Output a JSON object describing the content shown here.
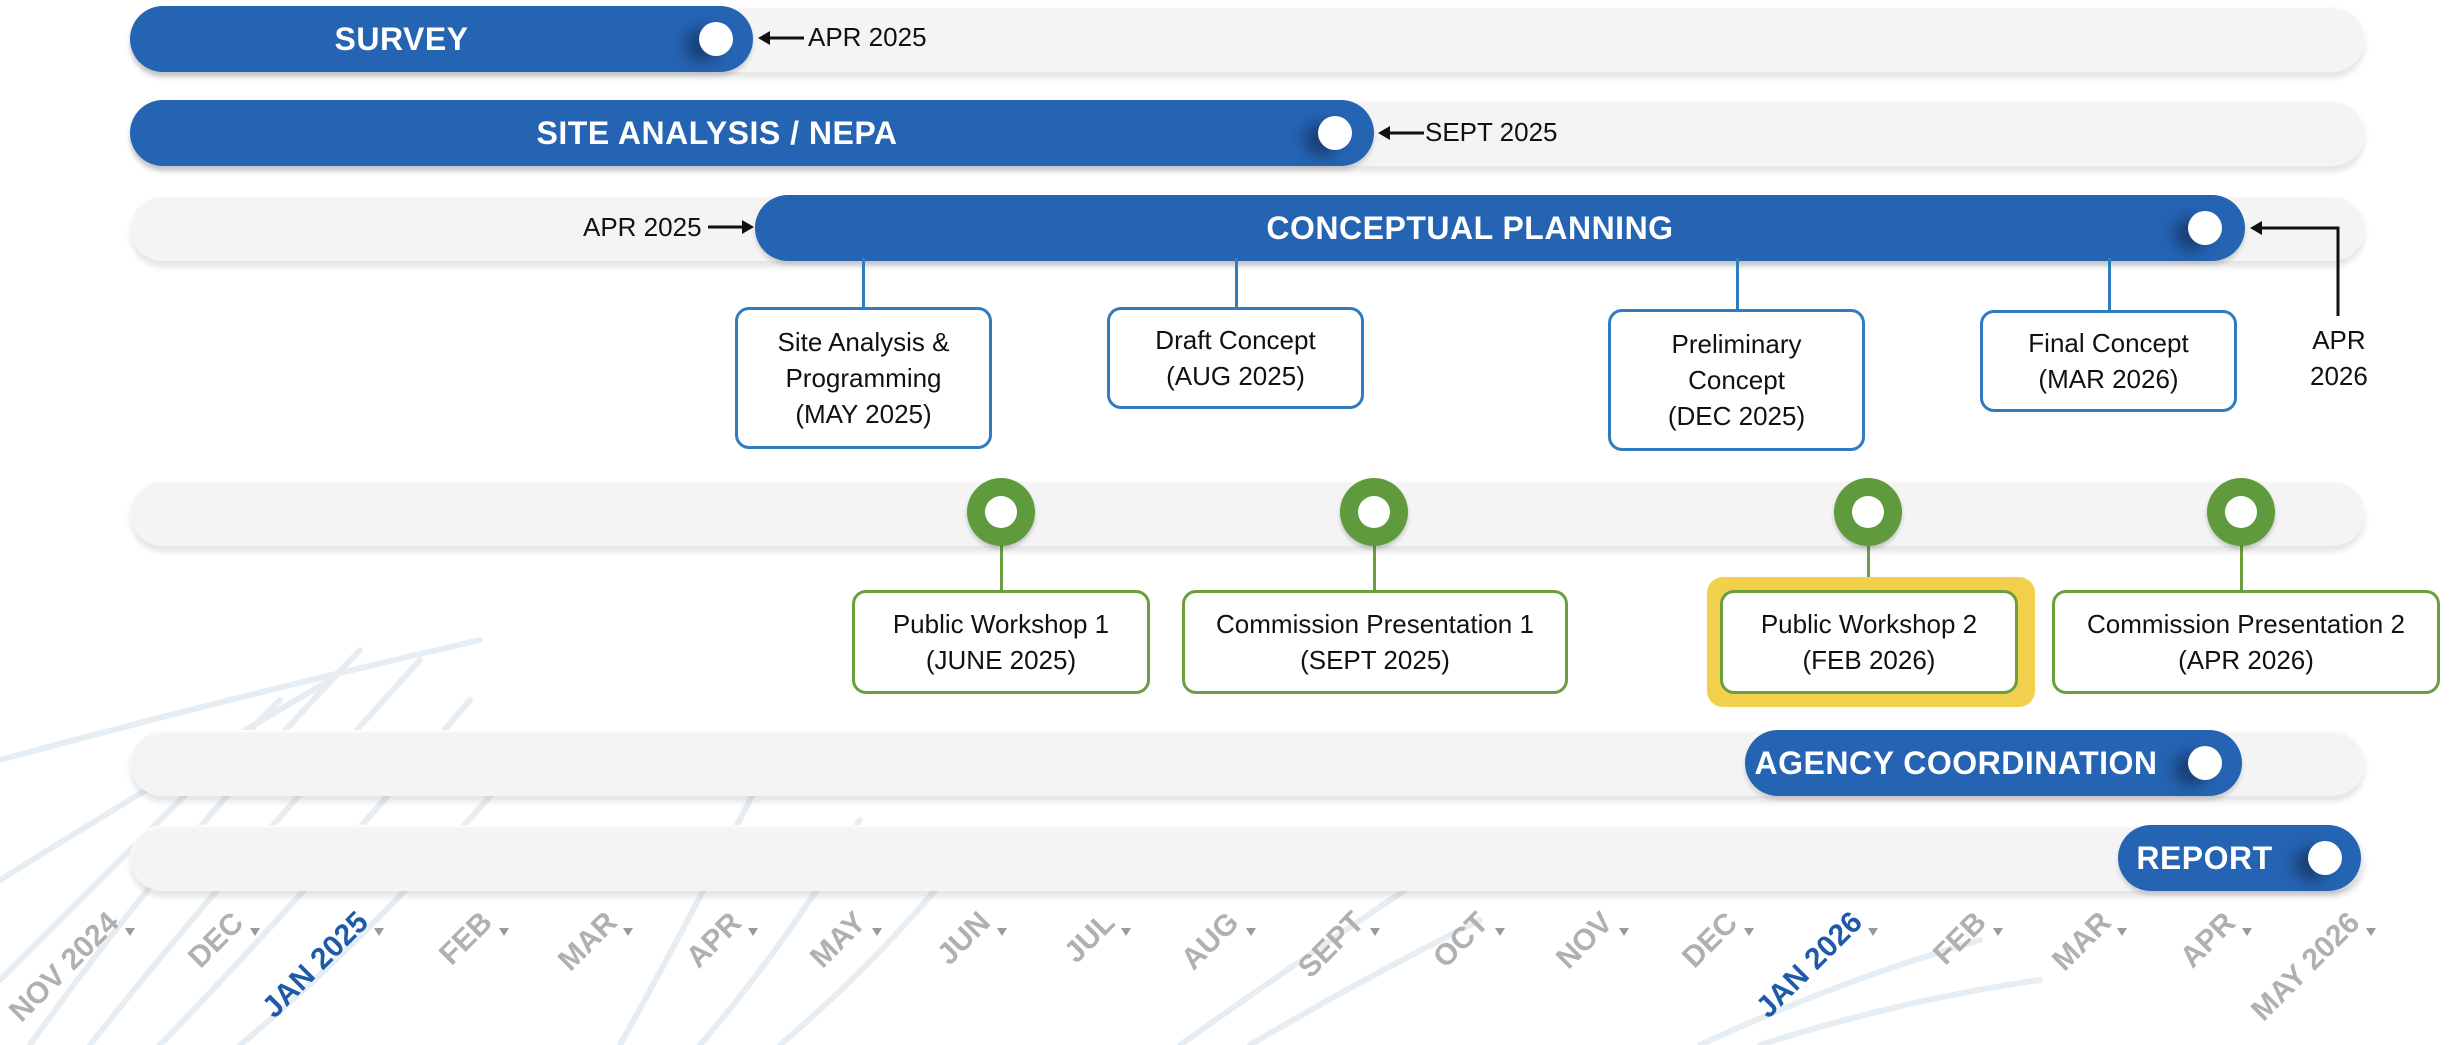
{
  "colors": {
    "bar_blue": "#2563b3",
    "box_blue": "#2f7cc0",
    "milestone_green": "#5f9a3c",
    "highlight_yellow": "#f2d04b",
    "month_grey": "#b0b0b0",
    "month_highlight": "#1f5aa8"
  },
  "tasks": {
    "survey": {
      "label": "SURVEY",
      "end_date": "APR 2025"
    },
    "site_analysis": {
      "label": "SITE ANALYSIS / NEPA",
      "end_date": "SEPT 2025"
    },
    "conceptual": {
      "label": "CONCEPTUAL PLANNING",
      "start_date": "APR 2025",
      "end_date_line1": "APR",
      "end_date_line2": "2026",
      "deliverables": [
        {
          "line1": "Site Analysis &",
          "line2": "Programming",
          "line3": "(MAY 2025)"
        },
        {
          "line1": "Draft Concept",
          "line2": "(AUG 2025)"
        },
        {
          "line1": "Preliminary",
          "line2": "Concept",
          "line3": "(DEC 2025)"
        },
        {
          "line1": "Final Concept",
          "line2": "(MAR 2026)"
        }
      ]
    },
    "agency": {
      "label": "AGENCY COORDINATION"
    },
    "report": {
      "label": "REPORT"
    }
  },
  "milestones": [
    {
      "line1": "Public Workshop 1",
      "line2": "(JUNE 2025)",
      "highlighted": false
    },
    {
      "line1": "Commission Presentation 1",
      "line2": "(SEPT 2025)",
      "highlighted": false
    },
    {
      "line1": "Public Workshop 2",
      "line2": "(FEB 2026)",
      "highlighted": true
    },
    {
      "line1": "Commission Presentation 2",
      "line2": "(APR 2026)",
      "highlighted": false
    }
  ],
  "months": [
    {
      "label": "NOV 2024",
      "highlight": false
    },
    {
      "label": "DEC",
      "highlight": false
    },
    {
      "label": "JAN 2025",
      "highlight": true
    },
    {
      "label": "FEB",
      "highlight": false
    },
    {
      "label": "MAR",
      "highlight": false
    },
    {
      "label": "APR",
      "highlight": false
    },
    {
      "label": "MAY",
      "highlight": false
    },
    {
      "label": "JUN",
      "highlight": false
    },
    {
      "label": "JUL",
      "highlight": false
    },
    {
      "label": "AUG",
      "highlight": false
    },
    {
      "label": "SEPT",
      "highlight": false
    },
    {
      "label": "OCT",
      "highlight": false
    },
    {
      "label": "NOV",
      "highlight": false
    },
    {
      "label": "DEC",
      "highlight": false
    },
    {
      "label": "JAN 2026",
      "highlight": true
    },
    {
      "label": "FEB",
      "highlight": false
    },
    {
      "label": "MAR",
      "highlight": false
    },
    {
      "label": "APR",
      "highlight": false
    },
    {
      "label": "MAY 2026",
      "highlight": false
    }
  ]
}
